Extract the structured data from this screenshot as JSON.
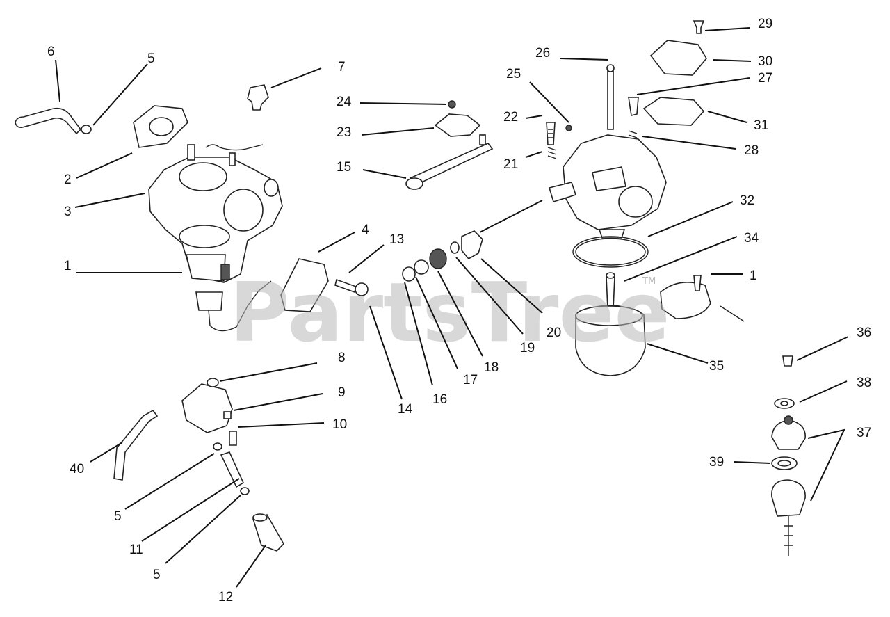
{
  "watermark": {
    "text": "PartsTree",
    "trademark": "TM"
  },
  "callouts": {
    "c1a": "1",
    "c1b": "1",
    "c2": "2",
    "c3": "3",
    "c4": "4",
    "c5a": "5",
    "c5b": "5",
    "c5c": "5",
    "c6": "6",
    "c7": "7",
    "c8": "8",
    "c9": "9",
    "c10": "10",
    "c11": "11",
    "c12": "12",
    "c13": "13",
    "c14": "14",
    "c15": "15",
    "c16": "16",
    "c17": "17",
    "c18": "18",
    "c19": "19",
    "c20": "20",
    "c21": "21",
    "c22": "22",
    "c23": "23",
    "c24": "24",
    "c25": "25",
    "c26": "26",
    "c27": "27",
    "c28": "28",
    "c29": "29",
    "c30": "30",
    "c31": "31",
    "c32": "32",
    "c34": "34",
    "c35": "35",
    "c36": "36",
    "c37": "37",
    "c38": "38",
    "c39": "39",
    "c40": "40"
  }
}
